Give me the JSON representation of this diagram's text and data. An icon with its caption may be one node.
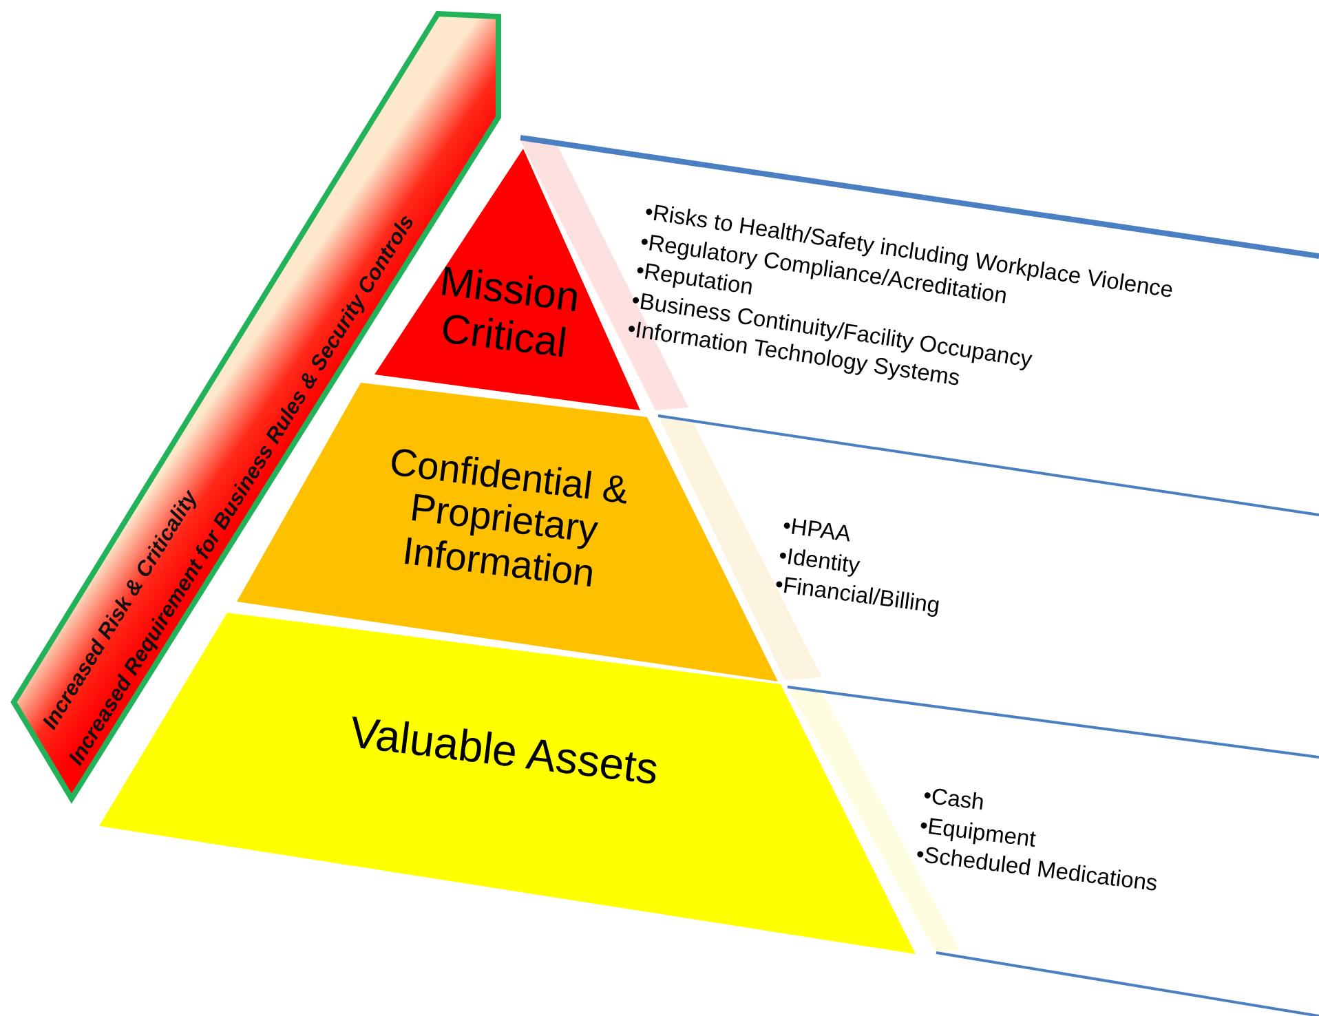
{
  "diagram": {
    "nodes": [
      {
        "text": [
          "Increased Risk & Criticality",
          "Increased Requirement for Business Rules & Security Controls"
        ]
      },
      {
        "text": [
          "Mission Critical"
        ]
      },
      {
        "text": [
          "Confidential & Proprietary Information"
        ]
      },
      {
        "text": [
          "Valuable Assets"
        ]
      },
      {
        "text": [
          "•Risks to Health/Safety including Workplace Violence",
          "•Regulatory Compliance/Acreditation",
          "•Reputation",
          "•Business Continuity/Facility Occupancy",
          "•Information Technology Systems"
        ]
      },
      {
        "text": [
          "•HPAA",
          "•Identity",
          "•Financial/Billing"
        ]
      },
      {
        "text": [
          "•Cash",
          "•Equipment",
          "•Scheduled Medications"
        ]
      }
    ]
  }
}
